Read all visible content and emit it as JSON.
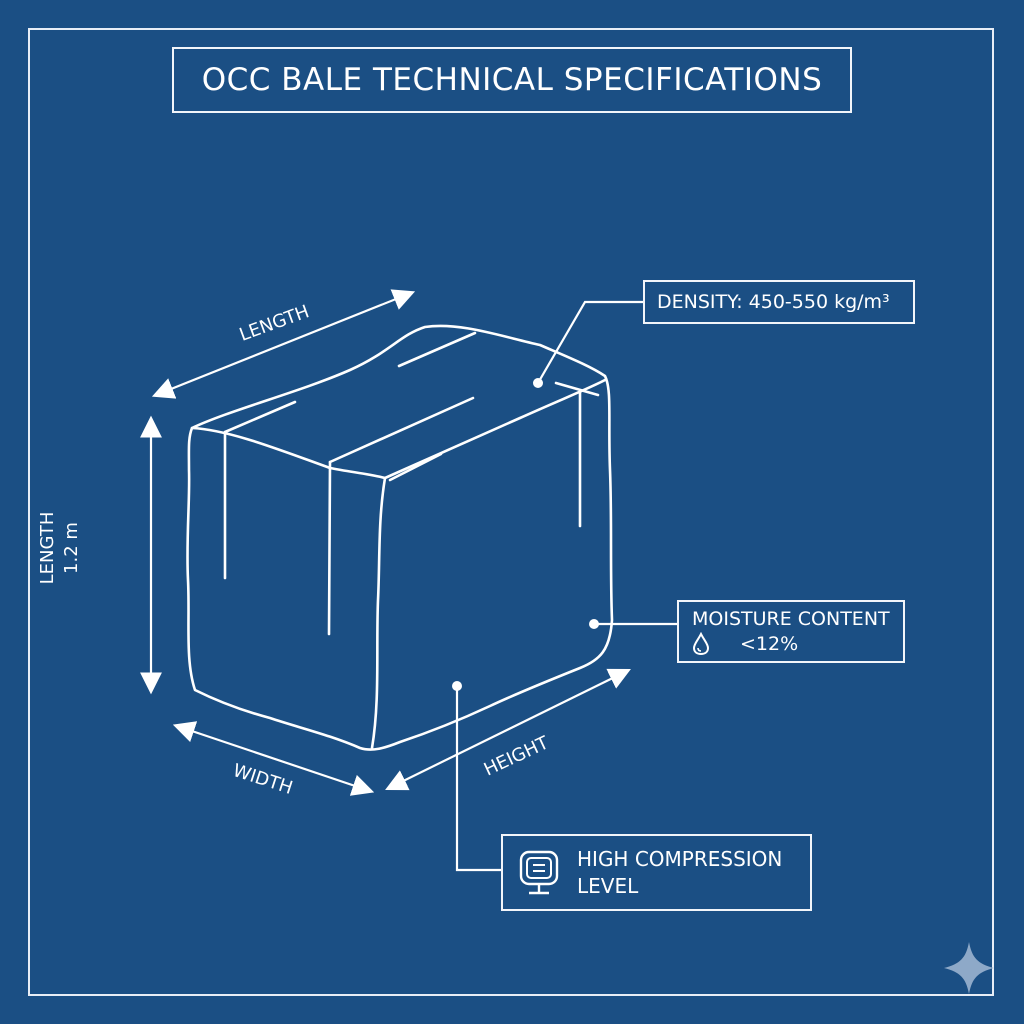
{
  "title": "OCC BALE TECHNICAL SPECIFICATIONS",
  "dimensions": {
    "top_label": "LENGTH",
    "side_label": "LENGTH",
    "side_value": "1.2 m",
    "width_label": "WIDTH",
    "height_label": "HEIGHT"
  },
  "callouts": {
    "density": "DENSITY: 450-550 kg/m³",
    "moisture_title": "MOISTURE CONTENT",
    "moisture_value": "<12%",
    "compression_line1": "HIGH COMPRESSION",
    "compression_line2": "LEVEL"
  },
  "icons": {
    "moisture": "water-drop-icon",
    "compression": "pressure-gauge-icon",
    "corner": "sparkle-icon"
  },
  "colors": {
    "background": "#1b4f84",
    "line": "#ffffff"
  }
}
